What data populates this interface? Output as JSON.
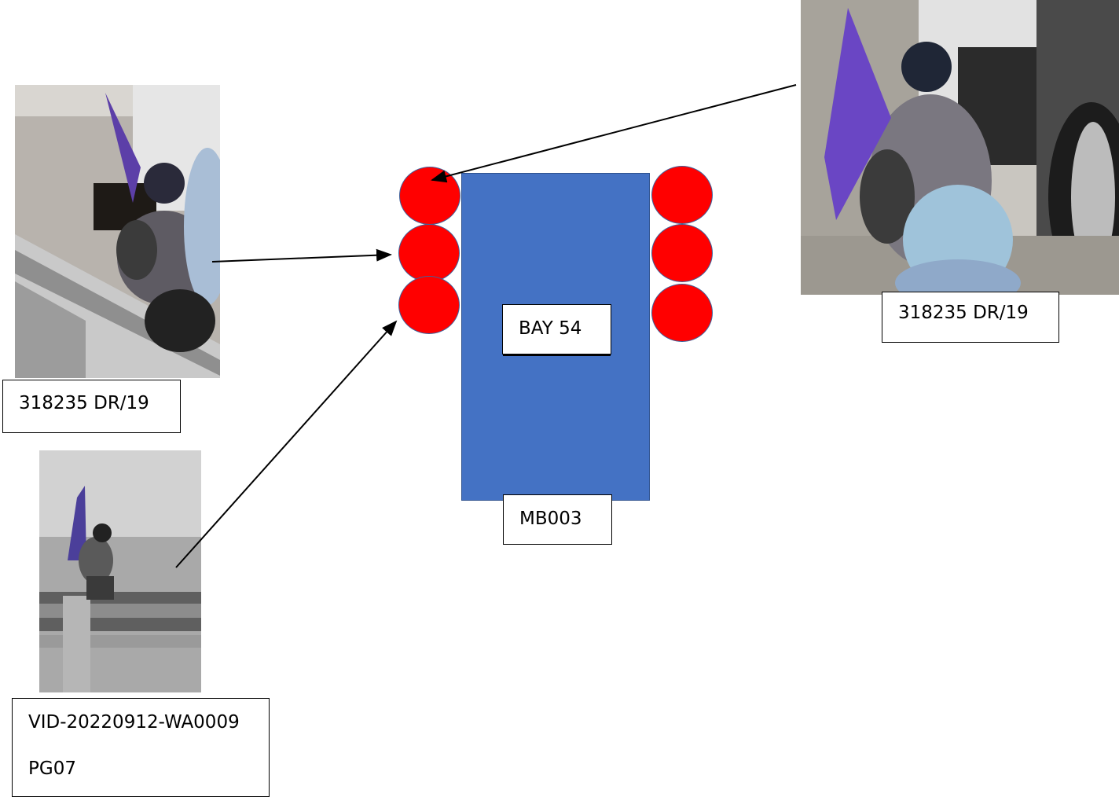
{
  "diagram": {
    "vehicle": {
      "bay_label": "BAY 54",
      "id_label": "MB003",
      "color": "#4472c4"
    },
    "wheel_color": "#ff0000",
    "exhibits": {
      "top_left": {
        "caption": "318235 DR/19"
      },
      "bottom_left": {
        "caption_line1": "VID-20220912-WA0009",
        "caption_line2": "PG07"
      },
      "top_right": {
        "caption": "318235 DR/19"
      }
    }
  }
}
